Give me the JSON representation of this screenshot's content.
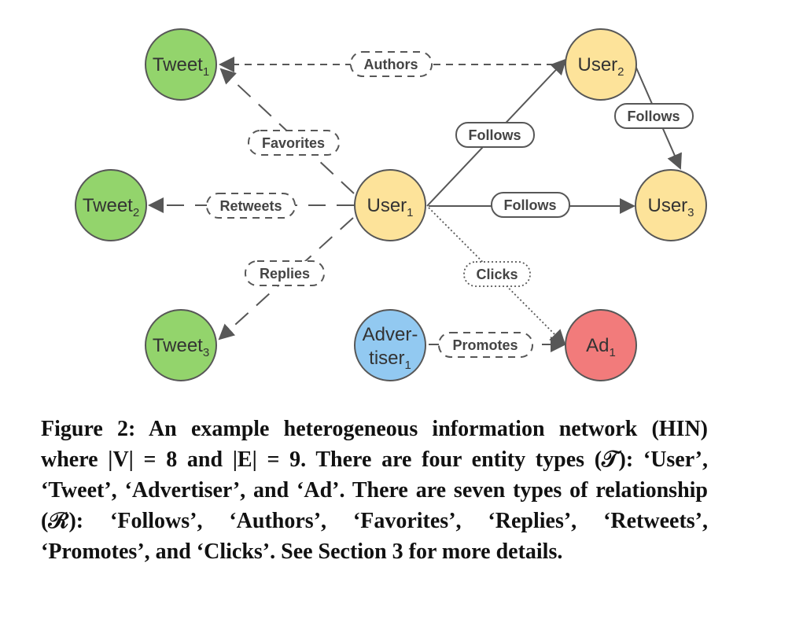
{
  "colors": {
    "tweet_fill": "#93d46c",
    "user_fill": "#fde39a",
    "advertiser_fill": "#92c9f1",
    "ad_fill": "#f27b7b",
    "node_stroke": "#575757",
    "edge_stroke": "#575757"
  },
  "nodes": {
    "tweet1": {
      "name": "Tweet",
      "sub": "1"
    },
    "tweet2": {
      "name": "Tweet",
      "sub": "2"
    },
    "tweet3": {
      "name": "Tweet",
      "sub": "3"
    },
    "user1": {
      "name": "User",
      "sub": "1"
    },
    "user2": {
      "name": "User",
      "sub": "2"
    },
    "user3": {
      "name": "User",
      "sub": "3"
    },
    "advertiser1": {
      "line1": "Adver-",
      "line2": "tiser",
      "sub": "1"
    },
    "ad1": {
      "name": "Ad",
      "sub": "1"
    }
  },
  "edges": {
    "authors": "Authors",
    "favorites": "Favorites",
    "retweets": "Retweets",
    "replies": "Replies",
    "follows_u1_u2": "Follows",
    "follows_u2_u3": "Follows",
    "follows_u1_u3": "Follows",
    "clicks": "Clicks",
    "promotes": "Promotes"
  },
  "caption": "Figure 2: An example heterogeneous information network (HIN) where |V| = 8 and |E| = 9. There are four entity types (𝒯): ‘User’, ‘Tweet’, ‘Advertiser’, and ‘Ad’. There are seven types of relationship (ℛ): ‘Follows’, ‘Authors’, ‘Favorites’, ‘Replies’, ‘Retweets’, ‘Promotes’, and ‘Clicks’. See Section 3 for more details."
}
